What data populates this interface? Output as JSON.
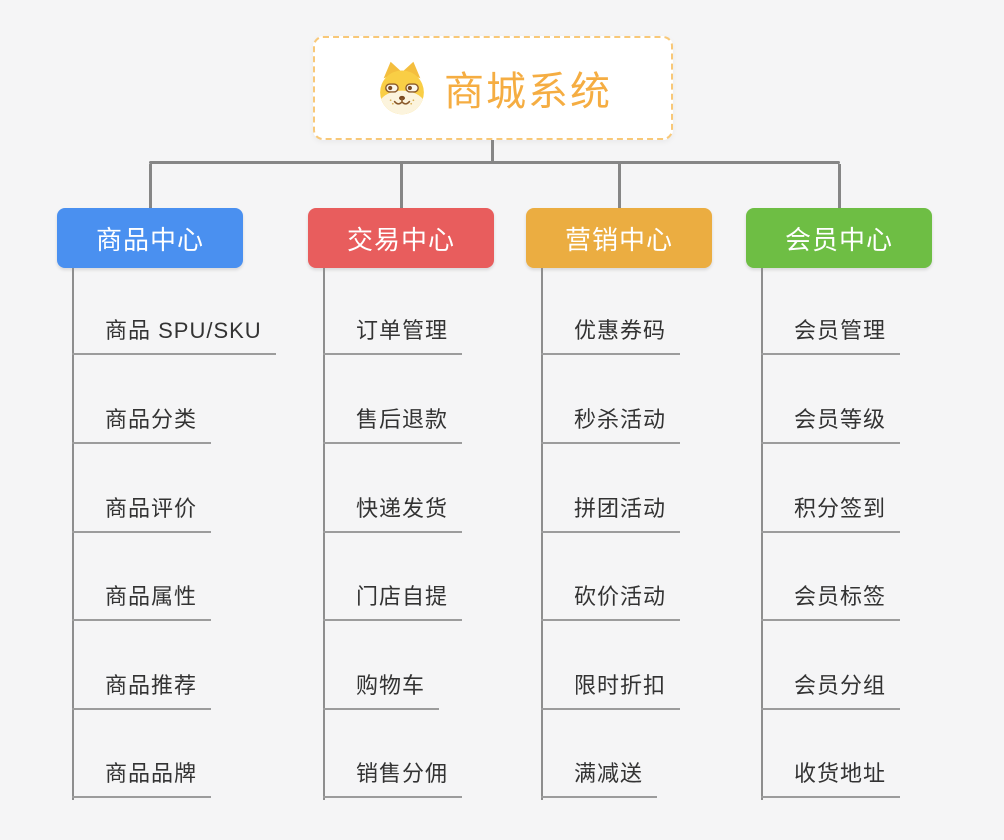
{
  "root": {
    "title": "商城系统",
    "icon": "doge-icon",
    "title_color": "#f5ad42",
    "border_color": "#f8c878"
  },
  "branches": [
    {
      "label": "商品中心",
      "color": "#4a90f0",
      "children": [
        "商品 SPU/SKU",
        "商品分类",
        "商品评价",
        "商品属性",
        "商品推荐",
        "商品品牌"
      ]
    },
    {
      "label": "交易中心",
      "color": "#e85d5d",
      "children": [
        "订单管理",
        "售后退款",
        "快递发货",
        "门店自提",
        "购物车",
        "销售分佣"
      ]
    },
    {
      "label": "营销中心",
      "color": "#ebad41",
      "children": [
        "优惠券码",
        "秒杀活动",
        "拼团活动",
        "砍价活动",
        "限时折扣",
        "满减送"
      ]
    },
    {
      "label": "会员中心",
      "color": "#6ebe44",
      "children": [
        "会员管理",
        "会员等级",
        "积分签到",
        "会员标签",
        "会员分组",
        "收货地址"
      ]
    }
  ],
  "lines": {
    "connector_color": "#868686",
    "underline_color": "#9c9c9c"
  }
}
